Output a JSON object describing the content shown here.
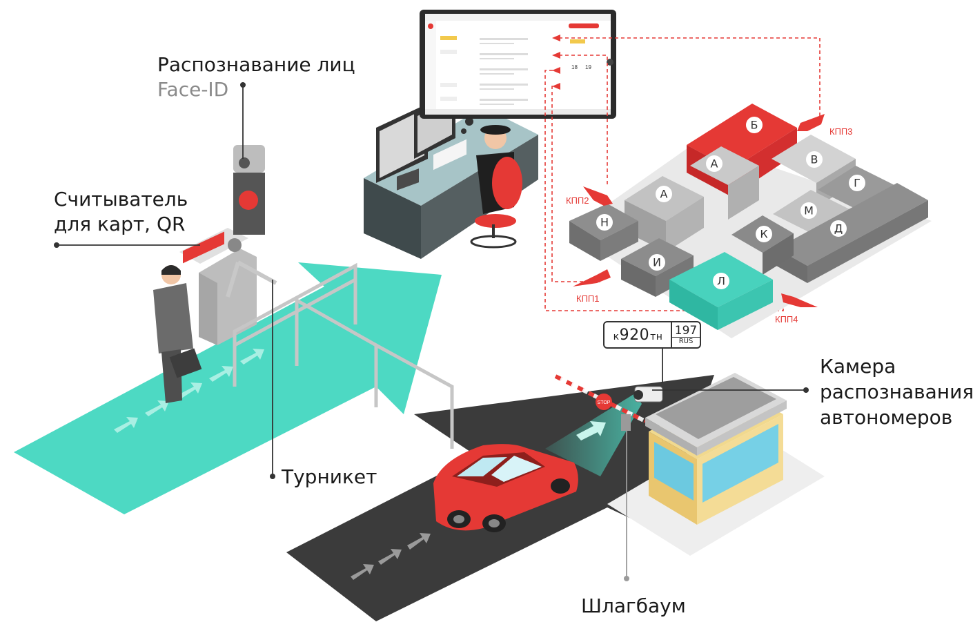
{
  "labels": {
    "face_recognition": "Распознавание лиц",
    "face_id": "Face-ID",
    "card_reader_line1": "Считыватель",
    "card_reader_line2": "для карт, QR",
    "turnstile": "Турникет",
    "camera_line1": "Камера",
    "camera_line2": "распознавания",
    "camera_line3": "автономеров",
    "barrier": "Шлагбаум"
  },
  "checkpoints": [
    "КПП1",
    "КПП2",
    "КПП3",
    "КПП4"
  ],
  "buildings": [
    "А",
    "Б",
    "В",
    "Г",
    "Д",
    "И",
    "К",
    "Л",
    "М",
    "Н"
  ],
  "license_plate": {
    "letter1": "к",
    "digits": "920",
    "letters": "тн",
    "region": "197",
    "country": "RUS"
  },
  "colors": {
    "accent_red": "#e53935",
    "teal": "#4dd9c3",
    "road": "#3a3a3a",
    "building_gray": "#9a9a9a",
    "highlight_teal_building": "#48d2bd",
    "highlight_red_building": "#e53935"
  }
}
